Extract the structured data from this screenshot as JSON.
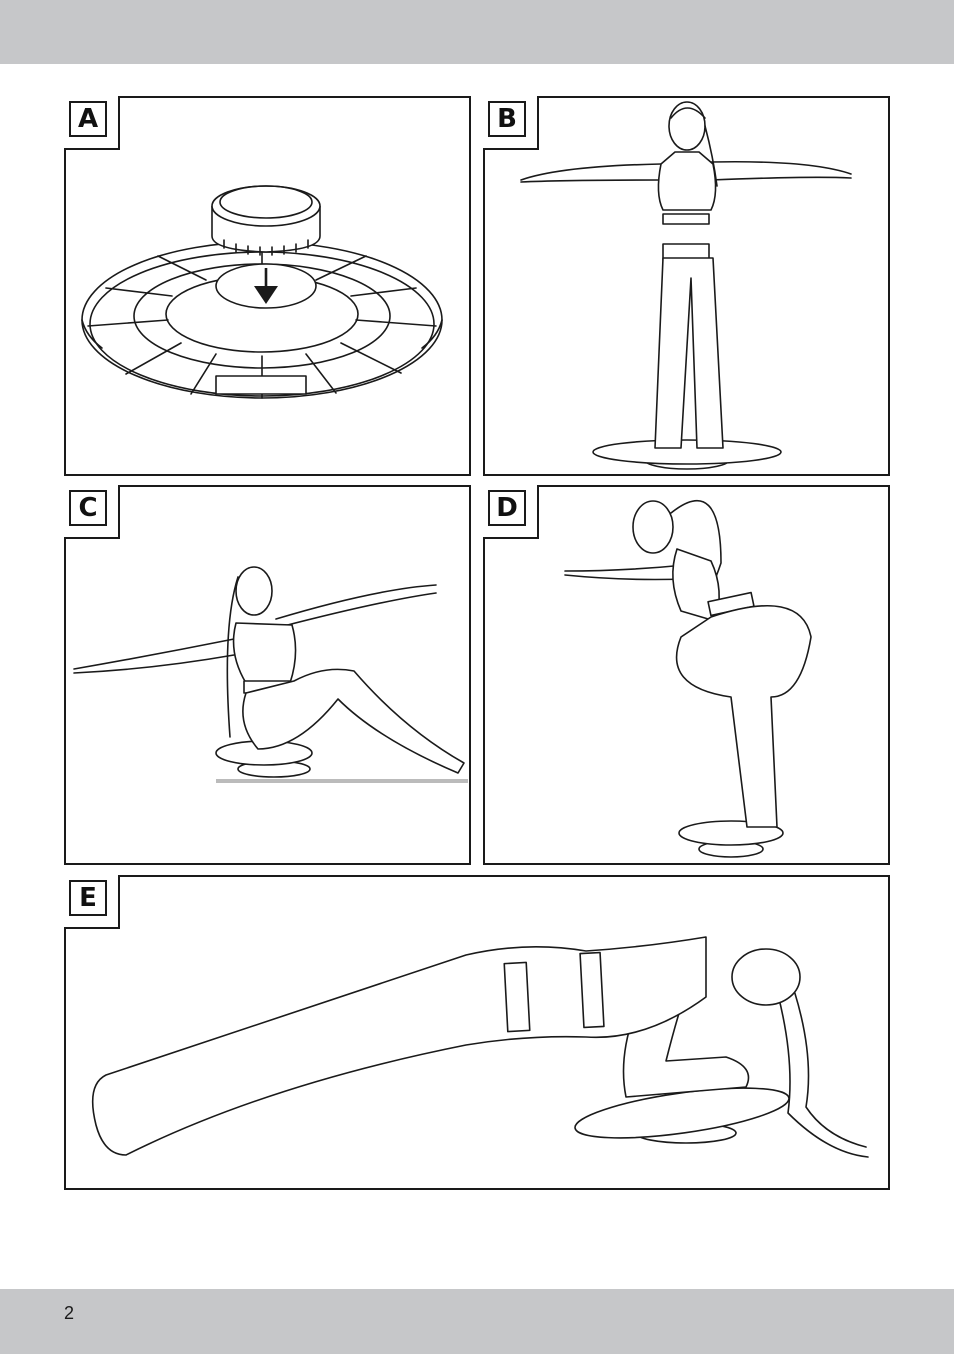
{
  "page": {
    "number": "2"
  },
  "panels": [
    {
      "letter": "A"
    },
    {
      "letter": "B"
    },
    {
      "letter": "C"
    },
    {
      "letter": "D"
    },
    {
      "letter": "E"
    }
  ],
  "colors": {
    "band": "#c6c7c9",
    "line": "#1a1a1a",
    "paper": "#ffffff"
  },
  "icons": [
    "down-arrow-icon"
  ]
}
